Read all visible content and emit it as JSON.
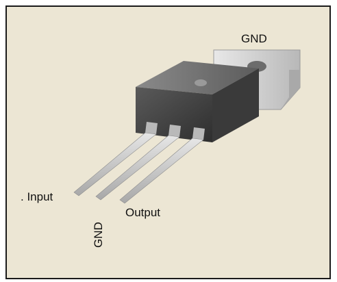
{
  "labels": {
    "gnd_tab": "GND",
    "input": ". Input",
    "gnd_pin": "GND",
    "output": "Output"
  },
  "colors": {
    "background": "#ece6d4",
    "body_front": "#4a4a4a",
    "body_top": "#6e6e6e",
    "tab": "#d4d4d4",
    "lead": "#cfcfcf"
  }
}
